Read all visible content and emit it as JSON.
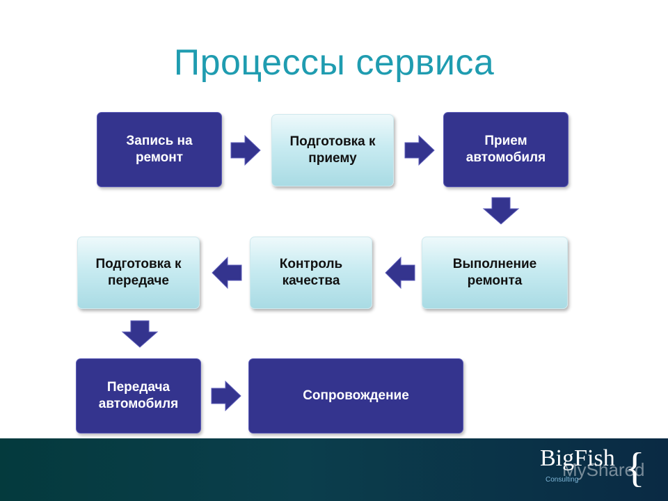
{
  "title": "Процессы сервиса",
  "boxes": {
    "zapis": "Запись на ремонт",
    "podgotovka_priemu": "Подготовка к приему",
    "priem": "Прием автомобиля",
    "vypolnenie": "Выполнение ремонта",
    "kontrol": "Контроль качества",
    "podgotovka_peredache": "Подготовка к передаче",
    "peredacha": "Передача автомобиля",
    "soprovozhdenie": "Сопровождение"
  },
  "logo": {
    "name": "BigFish",
    "sub": "Consulting"
  },
  "watermark": "MyShared",
  "colors": {
    "title": "#1f9cb0",
    "dark_box": "#34348e",
    "arrow": "#34348e",
    "footer": "#073b43"
  }
}
